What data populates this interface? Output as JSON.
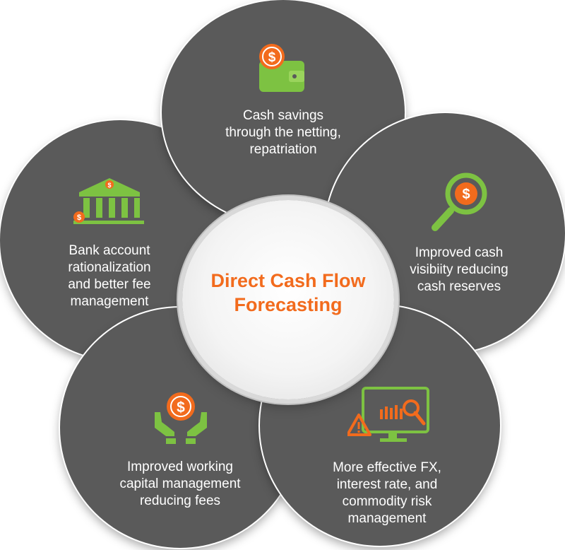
{
  "center": {
    "title": "Direct Cash Flow\nForecasting"
  },
  "colors": {
    "petal": "#5a5a5a",
    "accent_orange": "#f26b1d",
    "icon_green": "#7dc242",
    "text": "#ffffff"
  },
  "petals": [
    {
      "id": "top",
      "text": "Cash savings\nthrough the netting,\nrepatriation",
      "icon": "wallet-dollar-icon"
    },
    {
      "id": "right",
      "text": "Improved cash\nvisibiity reducing\ncash reserves",
      "icon": "magnifier-dollar-icon"
    },
    {
      "id": "bottom-right",
      "text": "More effective FX,\ninterest rate, and\ncommodity risk\nmanagement",
      "icon": "monitor-chart-warning-icon"
    },
    {
      "id": "bottom-left",
      "text": "Improved working\ncapital management\nreducing fees",
      "icon": "hands-coin-icon"
    },
    {
      "id": "left",
      "text": "Bank account\nrationalization\nand better fee\nmanagement",
      "icon": "bank-icon"
    }
  ]
}
